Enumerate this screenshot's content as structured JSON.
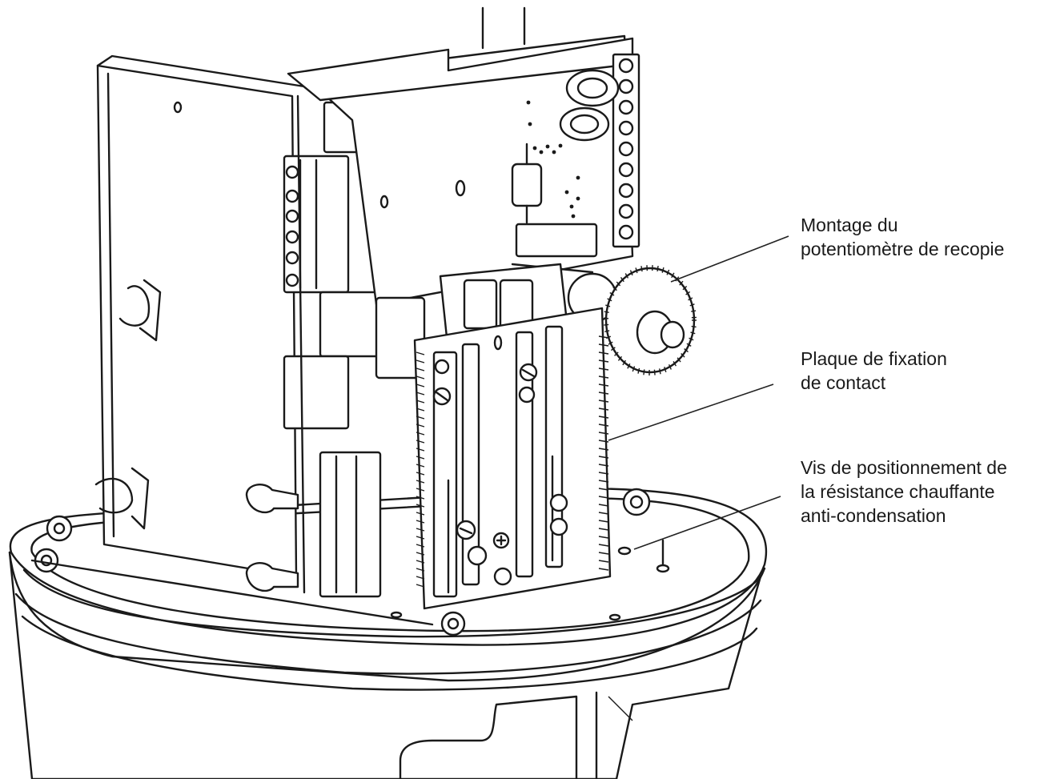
{
  "callouts": [
    {
      "id": "potentiometer",
      "lines": [
        "Montage du",
        "potentiomètre de recopie"
      ]
    },
    {
      "id": "contact-plate",
      "lines": [
        "Plaque de fixation",
        "de contact"
      ]
    },
    {
      "id": "heater-screw",
      "lines": [
        "Vis de positionnement de",
        "la résistance chauffante",
        "anti-condensation"
      ]
    }
  ],
  "colors": {
    "ink": "#1a1a1a",
    "background": "#ffffff"
  }
}
